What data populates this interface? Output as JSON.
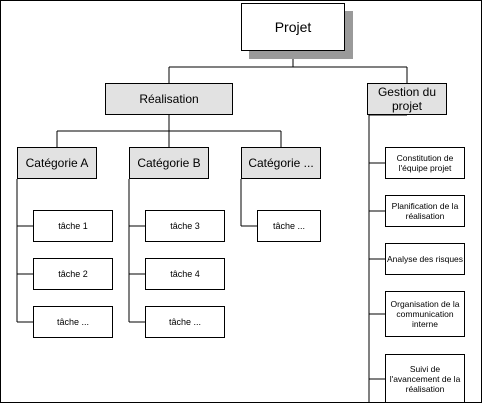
{
  "root": {
    "label": "Projet"
  },
  "branches": {
    "realisation": {
      "label": "Réalisation"
    },
    "gestion": {
      "label": "Gestion du projet"
    }
  },
  "categories": [
    {
      "label": "Catégorie A",
      "tasks": [
        "tâche 1",
        "tâche 2",
        "tâche ..."
      ]
    },
    {
      "label": "Catégorie B",
      "tasks": [
        "tâche 3",
        "tâche 4",
        "tâche ..."
      ]
    },
    {
      "label": "Catégorie ...",
      "tasks": [
        "tâche ..."
      ]
    }
  ],
  "gestion_items": [
    "Constitution de l'équipe projet",
    "Planification de la réalisation",
    "Analyse des risques",
    "Organisation de la communication interne",
    "Suivi de l'avancement de la réalisation"
  ],
  "colors": {
    "box_fill_gray": "#e2e2e2",
    "box_fill_white": "#ffffff",
    "shadow": "#9a9a9a",
    "line": "#000000"
  }
}
